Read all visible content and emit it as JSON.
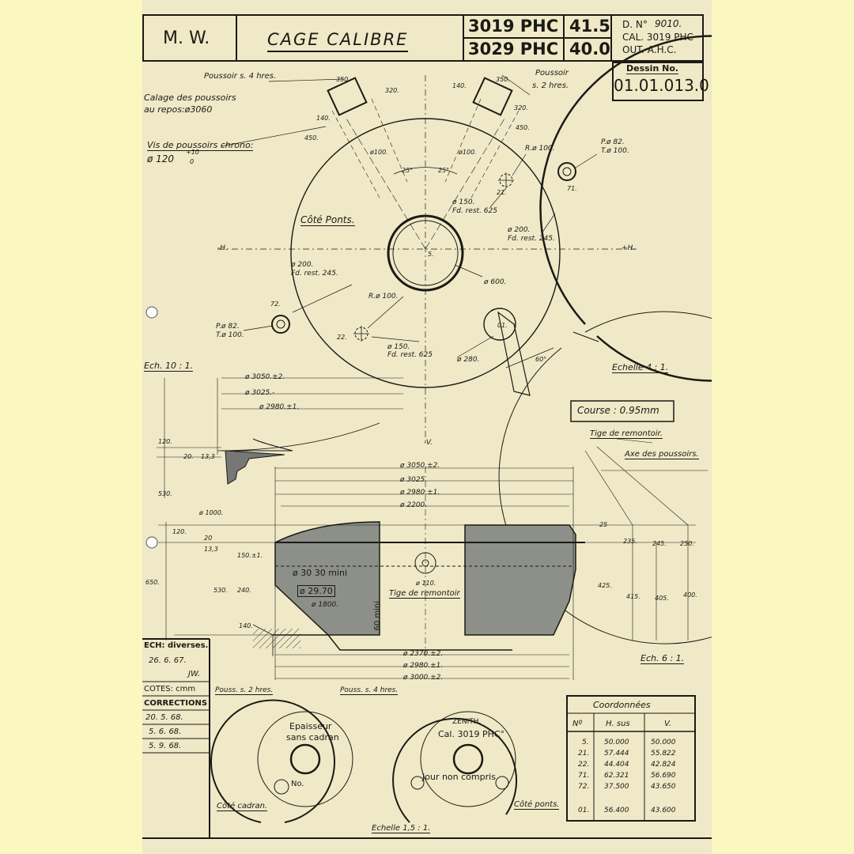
{
  "title_block": {
    "company": "M. W.",
    "title": "CAGE  CALIBRE",
    "cal_rows": [
      {
        "calibre": "3019 PHC",
        "size": "41.5"
      },
      {
        "calibre": "3029 PHC",
        "size": "40.0"
      }
    ],
    "dn": "D. N°",
    "dn_value": "9010.",
    "cal": "CAL. 3019 PHC",
    "out": "OUT. A.H.C.",
    "dessin_label": "Dessin No.",
    "dessin_number": "01.01.013.0"
  },
  "top_view": {
    "poussoir_4h": "Poussoir s. 4 hres.",
    "poussoir_2h_line1": "Poussoir",
    "poussoir_2h_line2": "s. 2 hres.",
    "calage_line1": "Calage des poussoirs",
    "calage_line2": "au repos:ø3060",
    "vis_line1": "Vis de poussoirs chrono:",
    "vis_line2": "ø 120",
    "vis_tol_upper": "+10",
    "vis_tol_lower": "0",
    "cote_ponts": "Côté Ponts.",
    "dims": {
      "d350_left": "350.",
      "d320_left": "320.",
      "d140_left": "140.",
      "d450_left": "450.",
      "d140_right": "140.",
      "d350_right": "350.",
      "d320_right": "320.",
      "d450_right": "450.",
      "d100_left": "ø100.",
      "d100_right": "ø100.",
      "ang_left": "25°",
      "ang_right": "25°",
      "r100_top": "R.ø 100.",
      "p82_top": "P.ø 82.",
      "t100_top": "T.ø 100.",
      "pt21": "21.",
      "pt71": "71.",
      "f150_top": "ø 150.",
      "fd625_top": "Fd. rest. 625",
      "f200_top": "ø 200.",
      "fd245_top": "Fd. rest. 245.",
      "H_left": "-H.",
      "H_right": "+H.",
      "pt5": "5.",
      "f200_left": "ø 200.",
      "fd245_left": "Fd. rest. 245.",
      "f600": "ø 600.",
      "pt72": "72.",
      "r100_mid": "R.ø 100.",
      "p82_left": "P.ø 82.",
      "t100_left": "T.ø 100.",
      "pt22": "22.",
      "f150_bottom": "ø 150.",
      "fd625_bottom": "Fd. rest. 625",
      "pt01": "01.",
      "f280": "ø 280.",
      "ang60": "60°",
      "V": "-V."
    },
    "ech10": "Ech. 10 : 1.",
    "echelle4": "Echelle 4 : 1."
  },
  "section": {
    "d3050_small": "ø 3050.±2.",
    "d3025_small": "ø 3025.-",
    "d2980_small": "ø 2980.±1.",
    "course": "Course : 0.95mm",
    "tige_remontoir": "Tige de remontoir.",
    "axe_poussoirs": "Axe des poussoirs.",
    "d120a": "120.",
    "d20": "20.",
    "d133": "13,3",
    "d530a": "530.",
    "d1000": "ø 1000.",
    "d3050": "ø 3050.±2.",
    "d3025": "ø 3025.",
    "d2980": "ø 2980.±1.",
    "d2200": "ø 2200.",
    "d120b": "120.",
    "d20b": "20",
    "d133b": "13,3",
    "d650": "650.",
    "d150": "150.±1.",
    "d530b": "530.",
    "d240": "240.",
    "d140": "140.",
    "mini3030": "ø 30 30 mini",
    "d2970": "ø 29.70",
    "d1800": "ø 1800.",
    "d60mini": "60 mini",
    "d110": "ø 110.",
    "tige2": "Tige de remontoir",
    "d25": "25",
    "d235": "235.",
    "d245": "245.",
    "d250": "250.",
    "d425": "425.",
    "d415": "415.",
    "d405": "405.",
    "d400": "400.",
    "d2370": "ø 2370.±2.",
    "d2980b": "ø 2980.±1.",
    "d3000": "ø 3000.±2.",
    "ech6": "Ech. 6 : 1."
  },
  "side_block": {
    "ech": "ECH: diverses.",
    "date": "26. 6. 67.",
    "initials": "JW.",
    "cotes": "COTES: cmm",
    "corrections": "CORRECTIONS",
    "dates": [
      "20. 5. 68.",
      "5. 6. 68.",
      "5. 9. 68."
    ]
  },
  "bottom_views": {
    "pouss_2h": "Pouss. s. 2 hres.",
    "pouss_4h": "Pouss. s. 4 hres.",
    "epaisseur_line1": "Epaisseur",
    "epaisseur_line2": "sans cadran",
    "no": "No.",
    "cote_cadran": "Côté cadran.",
    "zenith": "ZENITH.",
    "cal3019": "Cal. 3019 PHC°",
    "jour": "Jour non compris",
    "cote_ponts": "Côté ponts.",
    "echelle15": "Echelle 1,5 : 1."
  },
  "coordinates": {
    "title": "Coordonnées",
    "headers": [
      "Nº",
      "H. sus",
      "V."
    ],
    "rows": [
      [
        "5.",
        "50.000",
        "50.000"
      ],
      [
        "21.",
        "57.444",
        "55.822"
      ],
      [
        "22.",
        "44.404",
        "42.824"
      ],
      [
        "71.",
        "62.321",
        "56.690"
      ],
      [
        "72.",
        "37.500",
        "43.650"
      ],
      [
        "01.",
        "56.400",
        "43.600"
      ]
    ]
  }
}
